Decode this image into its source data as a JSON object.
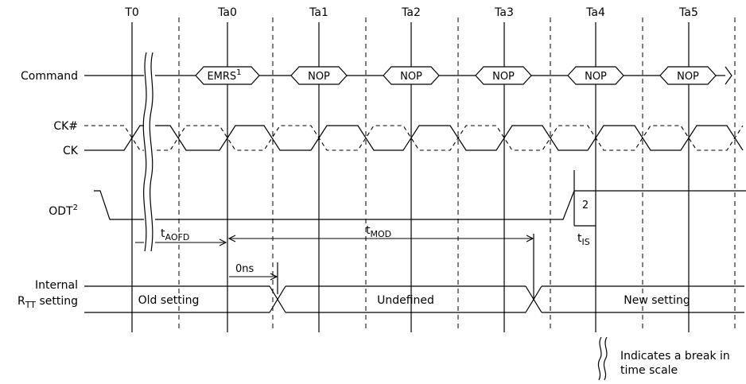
{
  "clock_labels": [
    "T0",
    "Ta0",
    "Ta1",
    "Ta2",
    "Ta3",
    "Ta4",
    "Ta5"
  ],
  "signals": {
    "command": "Command",
    "ck_n": "CK#",
    "ck": "CK",
    "odt": "ODT",
    "odt_sup": "2",
    "internal_line1": "Internal",
    "internal_r": "R",
    "internal_sub": "TT",
    "internal_rest": " setting"
  },
  "commands": {
    "emrs": "EMRS",
    "emrs_sup": "1",
    "nop": "NOP"
  },
  "timing": {
    "taofd_t": "t",
    "taofd_sub": "AOFD",
    "tmod_t": "t",
    "tmod_sub": "MOD",
    "tis_t": "t",
    "tis_sub": "IS",
    "zero": "0ns",
    "marker": "2"
  },
  "settings": {
    "old": "Old setting",
    "undefined": "Undefined",
    "new": "New setting"
  },
  "legend": {
    "line1": "Indicates a break in",
    "line2": "time scale"
  }
}
